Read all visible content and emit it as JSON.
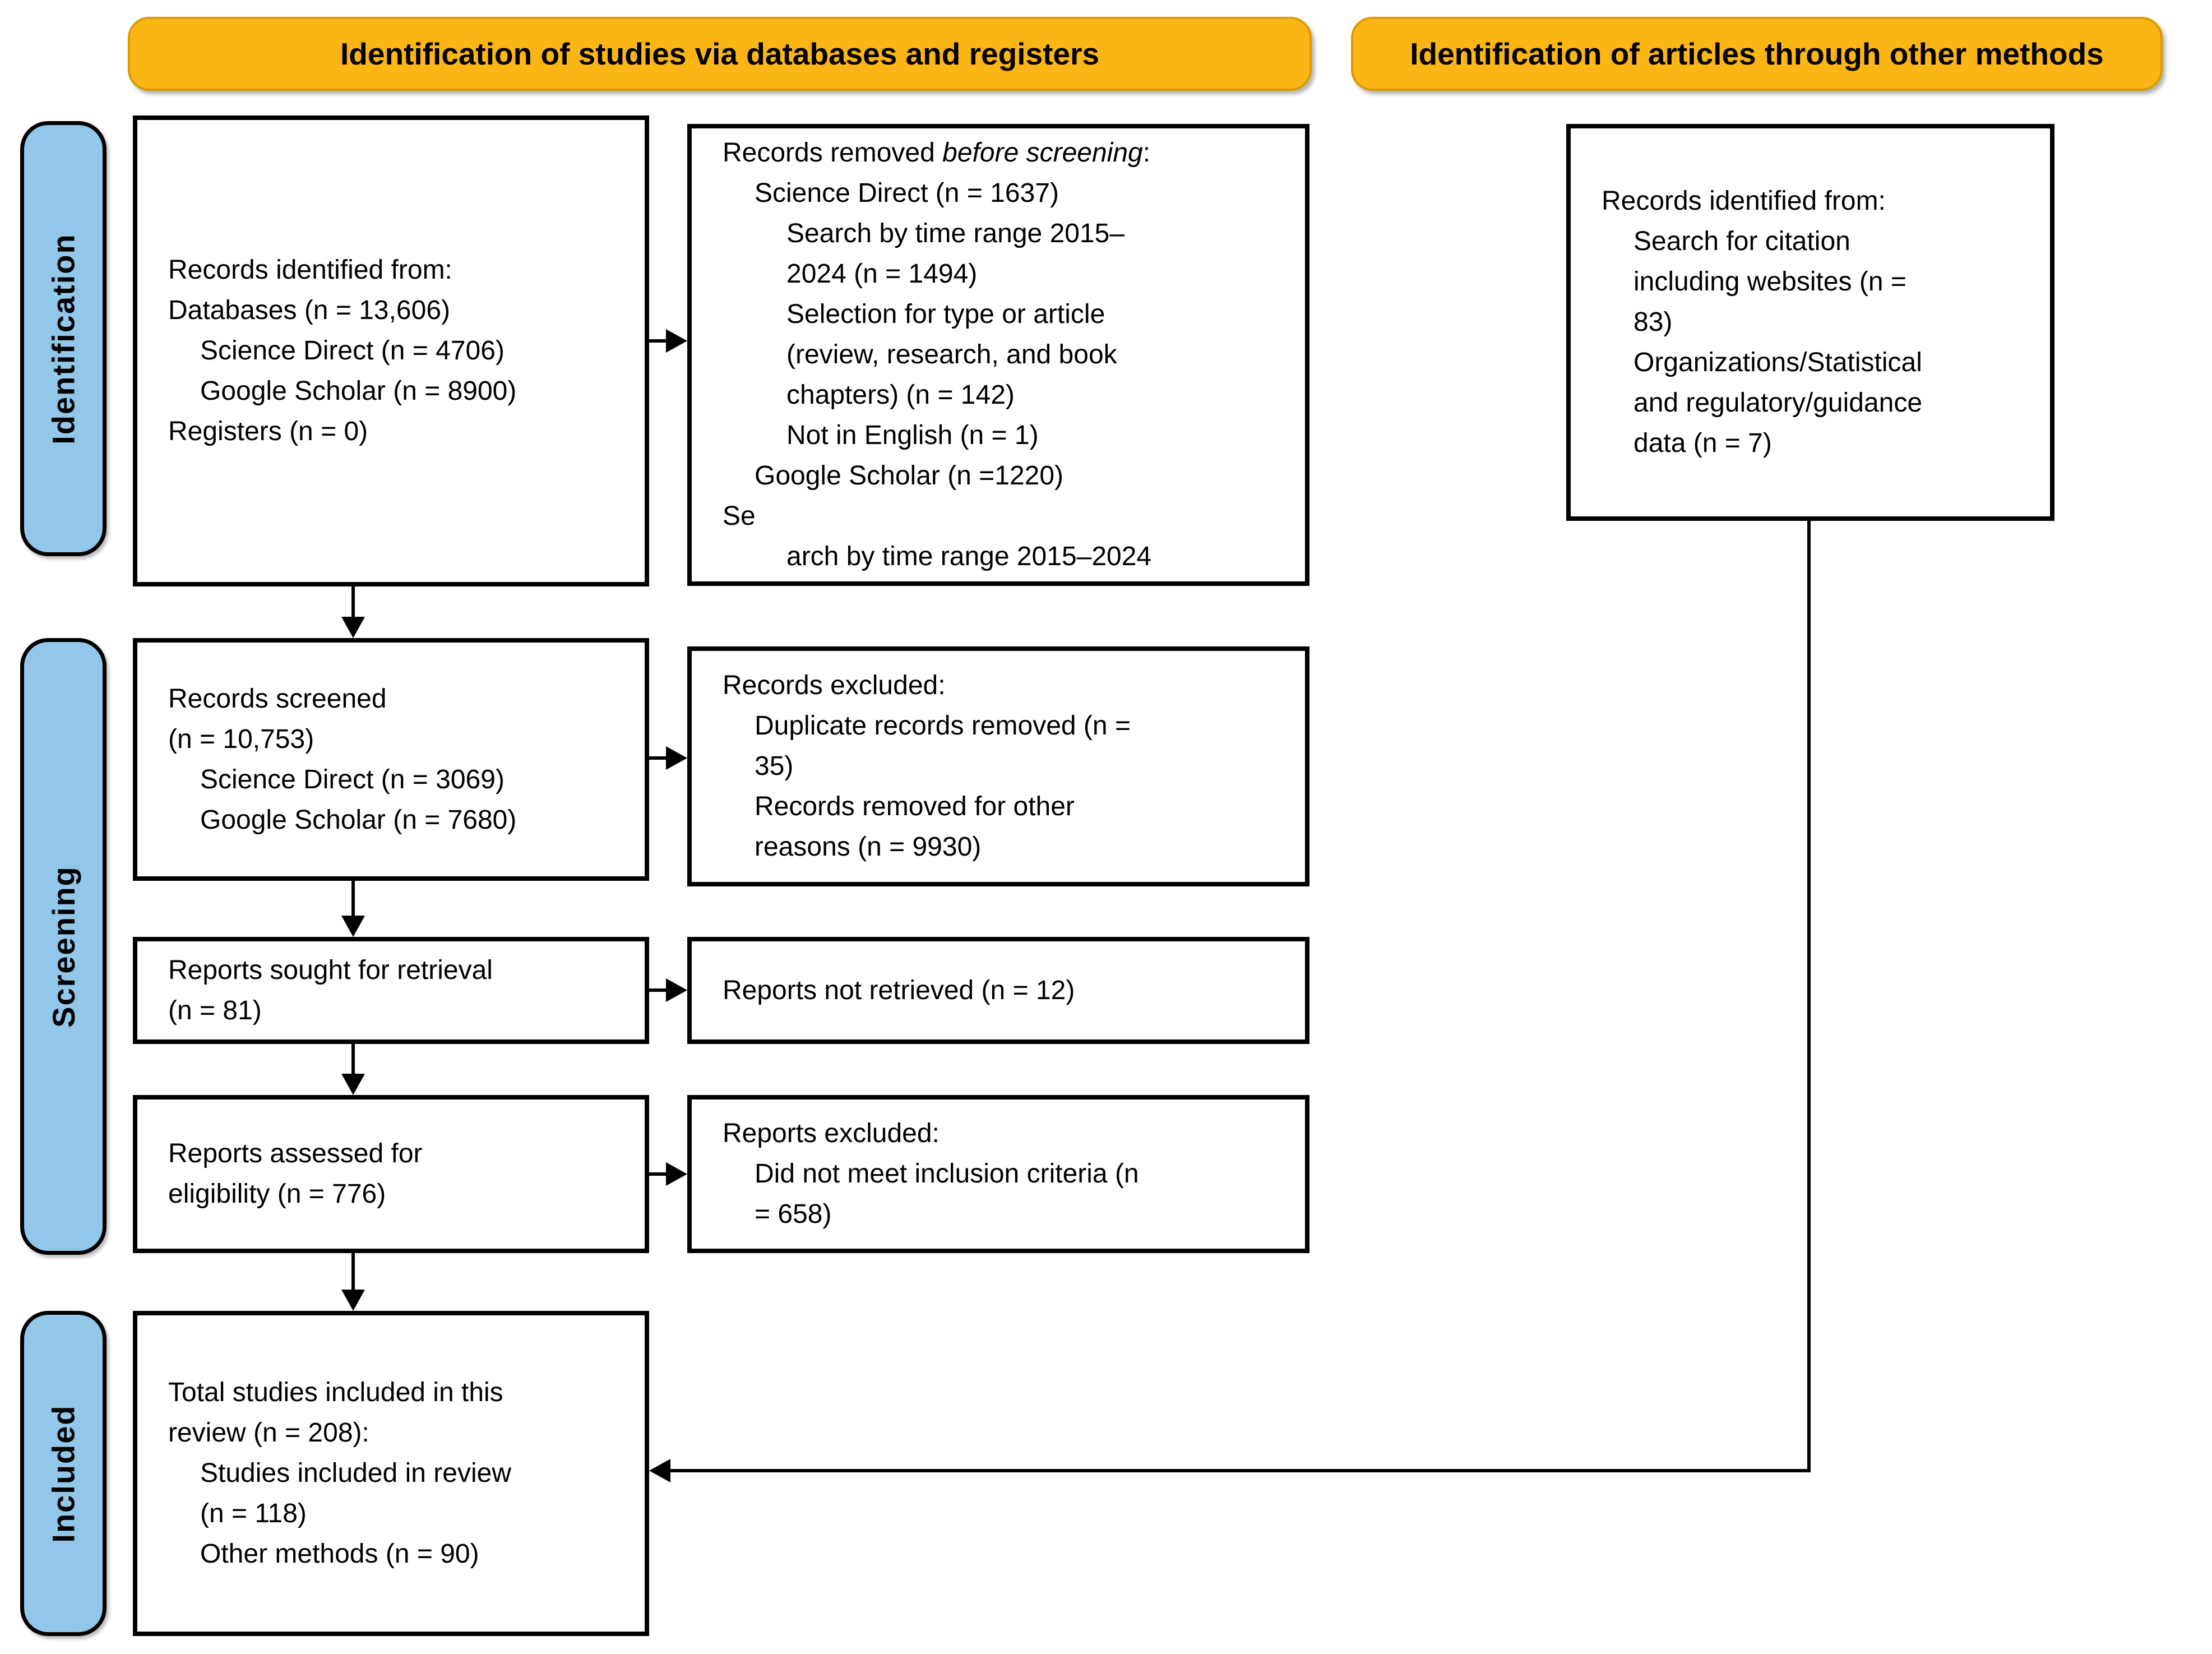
{
  "colors": {
    "header_bg": "#FBB615",
    "header_border": "#D99B00",
    "side_bg": "#92C7EA",
    "box_border": "#000000",
    "connector": "#000000"
  },
  "headers": {
    "databases": "Identification of studies via databases and registers",
    "other_methods": "Identification of articles through other methods"
  },
  "side_labels": {
    "identification": "Identification",
    "screening": "Screening",
    "included": "Included"
  },
  "boxes": {
    "records_identified": {
      "lines": [
        {
          "t": "Records identified from:",
          "ind": 0
        },
        {
          "t": "Databases (n = 13,606)",
          "ind": 0
        },
        {
          "t": "Science Direct (n = 4706)",
          "ind": 1
        },
        {
          "t": "Google Scholar (n = 8900)",
          "ind": 1
        },
        {
          "t": "Registers (n = 0)",
          "ind": 0
        }
      ]
    },
    "records_removed": {
      "lines": [
        {
          "segs": [
            {
              "t": "Records removed "
            },
            {
              "t": "before screening",
              "i": true
            },
            {
              "t": ":"
            }
          ],
          "ind": 0
        },
        {
          "t": "Science Direct (n = 1637)",
          "ind": 1
        },
        {
          "t": "Search by time range 2015–",
          "ind": 2
        },
        {
          "t": "2024 (n = 1494)",
          "ind": 2
        },
        {
          "t": "Selection for type or article",
          "ind": 2
        },
        {
          "t": "(review, research, and book",
          "ind": 2
        },
        {
          "t": "chapters) (n = 142)",
          "ind": 2
        },
        {
          "t": "Not in English (n = 1)",
          "ind": 2
        },
        {
          "t": "Google Scholar (n =1220)",
          "ind": 1
        },
        {
          "t": "Se",
          "ind": 0
        },
        {
          "t": "arch by time range 2015–2024",
          "ind": 2
        }
      ]
    },
    "other_methods_identified": {
      "lines": [
        {
          "t": "Records identified from:",
          "ind": 0
        },
        {
          "t": "Search for citation",
          "ind": 1
        },
        {
          "t": "including websites (n =",
          "ind": 1
        },
        {
          "t": "83)",
          "ind": 1
        },
        {
          "t": "Organizations/Statistical",
          "ind": 1
        },
        {
          "t": "and regulatory/guidance",
          "ind": 1
        },
        {
          "t": "data (n = 7)",
          "ind": 1
        }
      ]
    },
    "records_screened": {
      "lines": [
        {
          "t": "Records screened",
          "ind": 0
        },
        {
          "t": "(n = 10,753)",
          "ind": 0
        },
        {
          "t": "Science Direct (n = 3069)",
          "ind": 1
        },
        {
          "t": "Google Scholar (n = 7680)",
          "ind": 1
        }
      ]
    },
    "records_excluded": {
      "lines": [
        {
          "t": "Records excluded:",
          "ind": 0
        },
        {
          "t": "Duplicate records removed (n =",
          "ind": 1
        },
        {
          "t": "35)",
          "ind": 1
        },
        {
          "t": "Records removed for other",
          "ind": 1
        },
        {
          "t": "reasons (n = 9930)",
          "ind": 1
        }
      ]
    },
    "reports_sought": {
      "lines": [
        {
          "t": "Reports sought for retrieval",
          "ind": 0
        },
        {
          "t": "(n = 81)",
          "ind": 0
        }
      ]
    },
    "reports_not_retrieved": {
      "lines": [
        {
          "t": "Reports not retrieved (n = 12)",
          "ind": 0
        }
      ]
    },
    "reports_assessed": {
      "lines": [
        {
          "t": "Reports assessed for",
          "ind": 0
        },
        {
          "t": "eligibility (n = 776)",
          "ind": 0
        }
      ]
    },
    "reports_excluded": {
      "lines": [
        {
          "t": "Reports excluded:",
          "ind": 0
        },
        {
          "t": "Did not meet inclusion criteria (n",
          "ind": 1
        },
        {
          "t": "= 658)",
          "ind": 1
        }
      ]
    },
    "total_included": {
      "lines": [
        {
          "t": "Total studies included in this",
          "ind": 0
        },
        {
          "t": "review (n = 208):",
          "ind": 0
        },
        {
          "t": "Studies included in review",
          "ind": 1
        },
        {
          "t": "(n = 118)",
          "ind": 1
        },
        {
          "t": "Other methods (n = 90)",
          "ind": 1
        }
      ]
    }
  }
}
